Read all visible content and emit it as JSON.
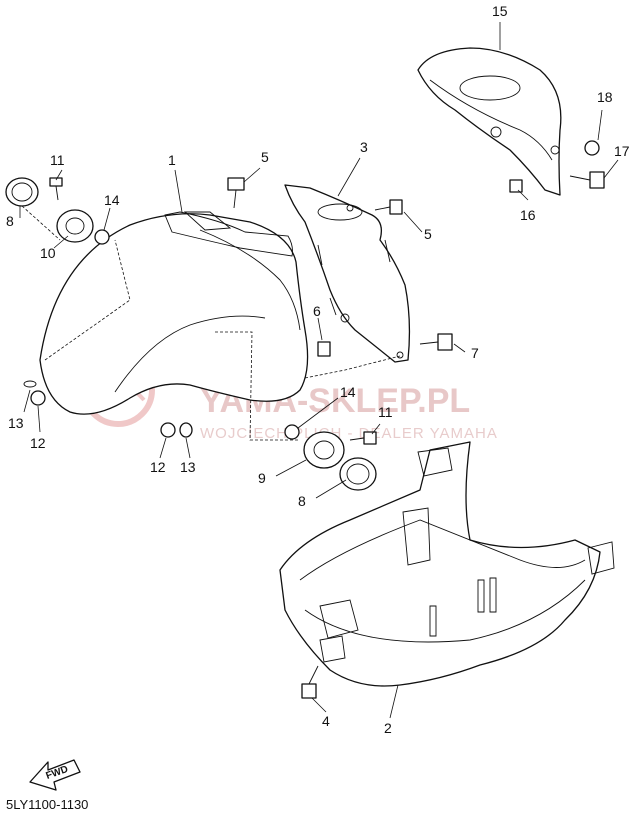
{
  "diagram": {
    "ref_code": "5LY1100-1130",
    "fwd_label": "FWD",
    "watermark": {
      "main": "YAMA-SKLEP.PL",
      "sub": "WOJCIECH PLICH - DEALER YAMAHA"
    },
    "callouts": {
      "p1": "1",
      "p2": "2",
      "p3": "3",
      "p4": "4",
      "p5a": "5",
      "p5b": "5",
      "p6": "6",
      "p7": "7",
      "p8a": "8",
      "p8b": "8",
      "p9": "9",
      "p10": "10",
      "p11a": "11",
      "p11b": "11",
      "p12a": "12",
      "p12b": "12",
      "p13a": "13",
      "p13b": "13",
      "p14a": "14",
      "p14b": "14",
      "p15": "15",
      "p16": "16",
      "p17": "17",
      "p18": "18"
    }
  }
}
